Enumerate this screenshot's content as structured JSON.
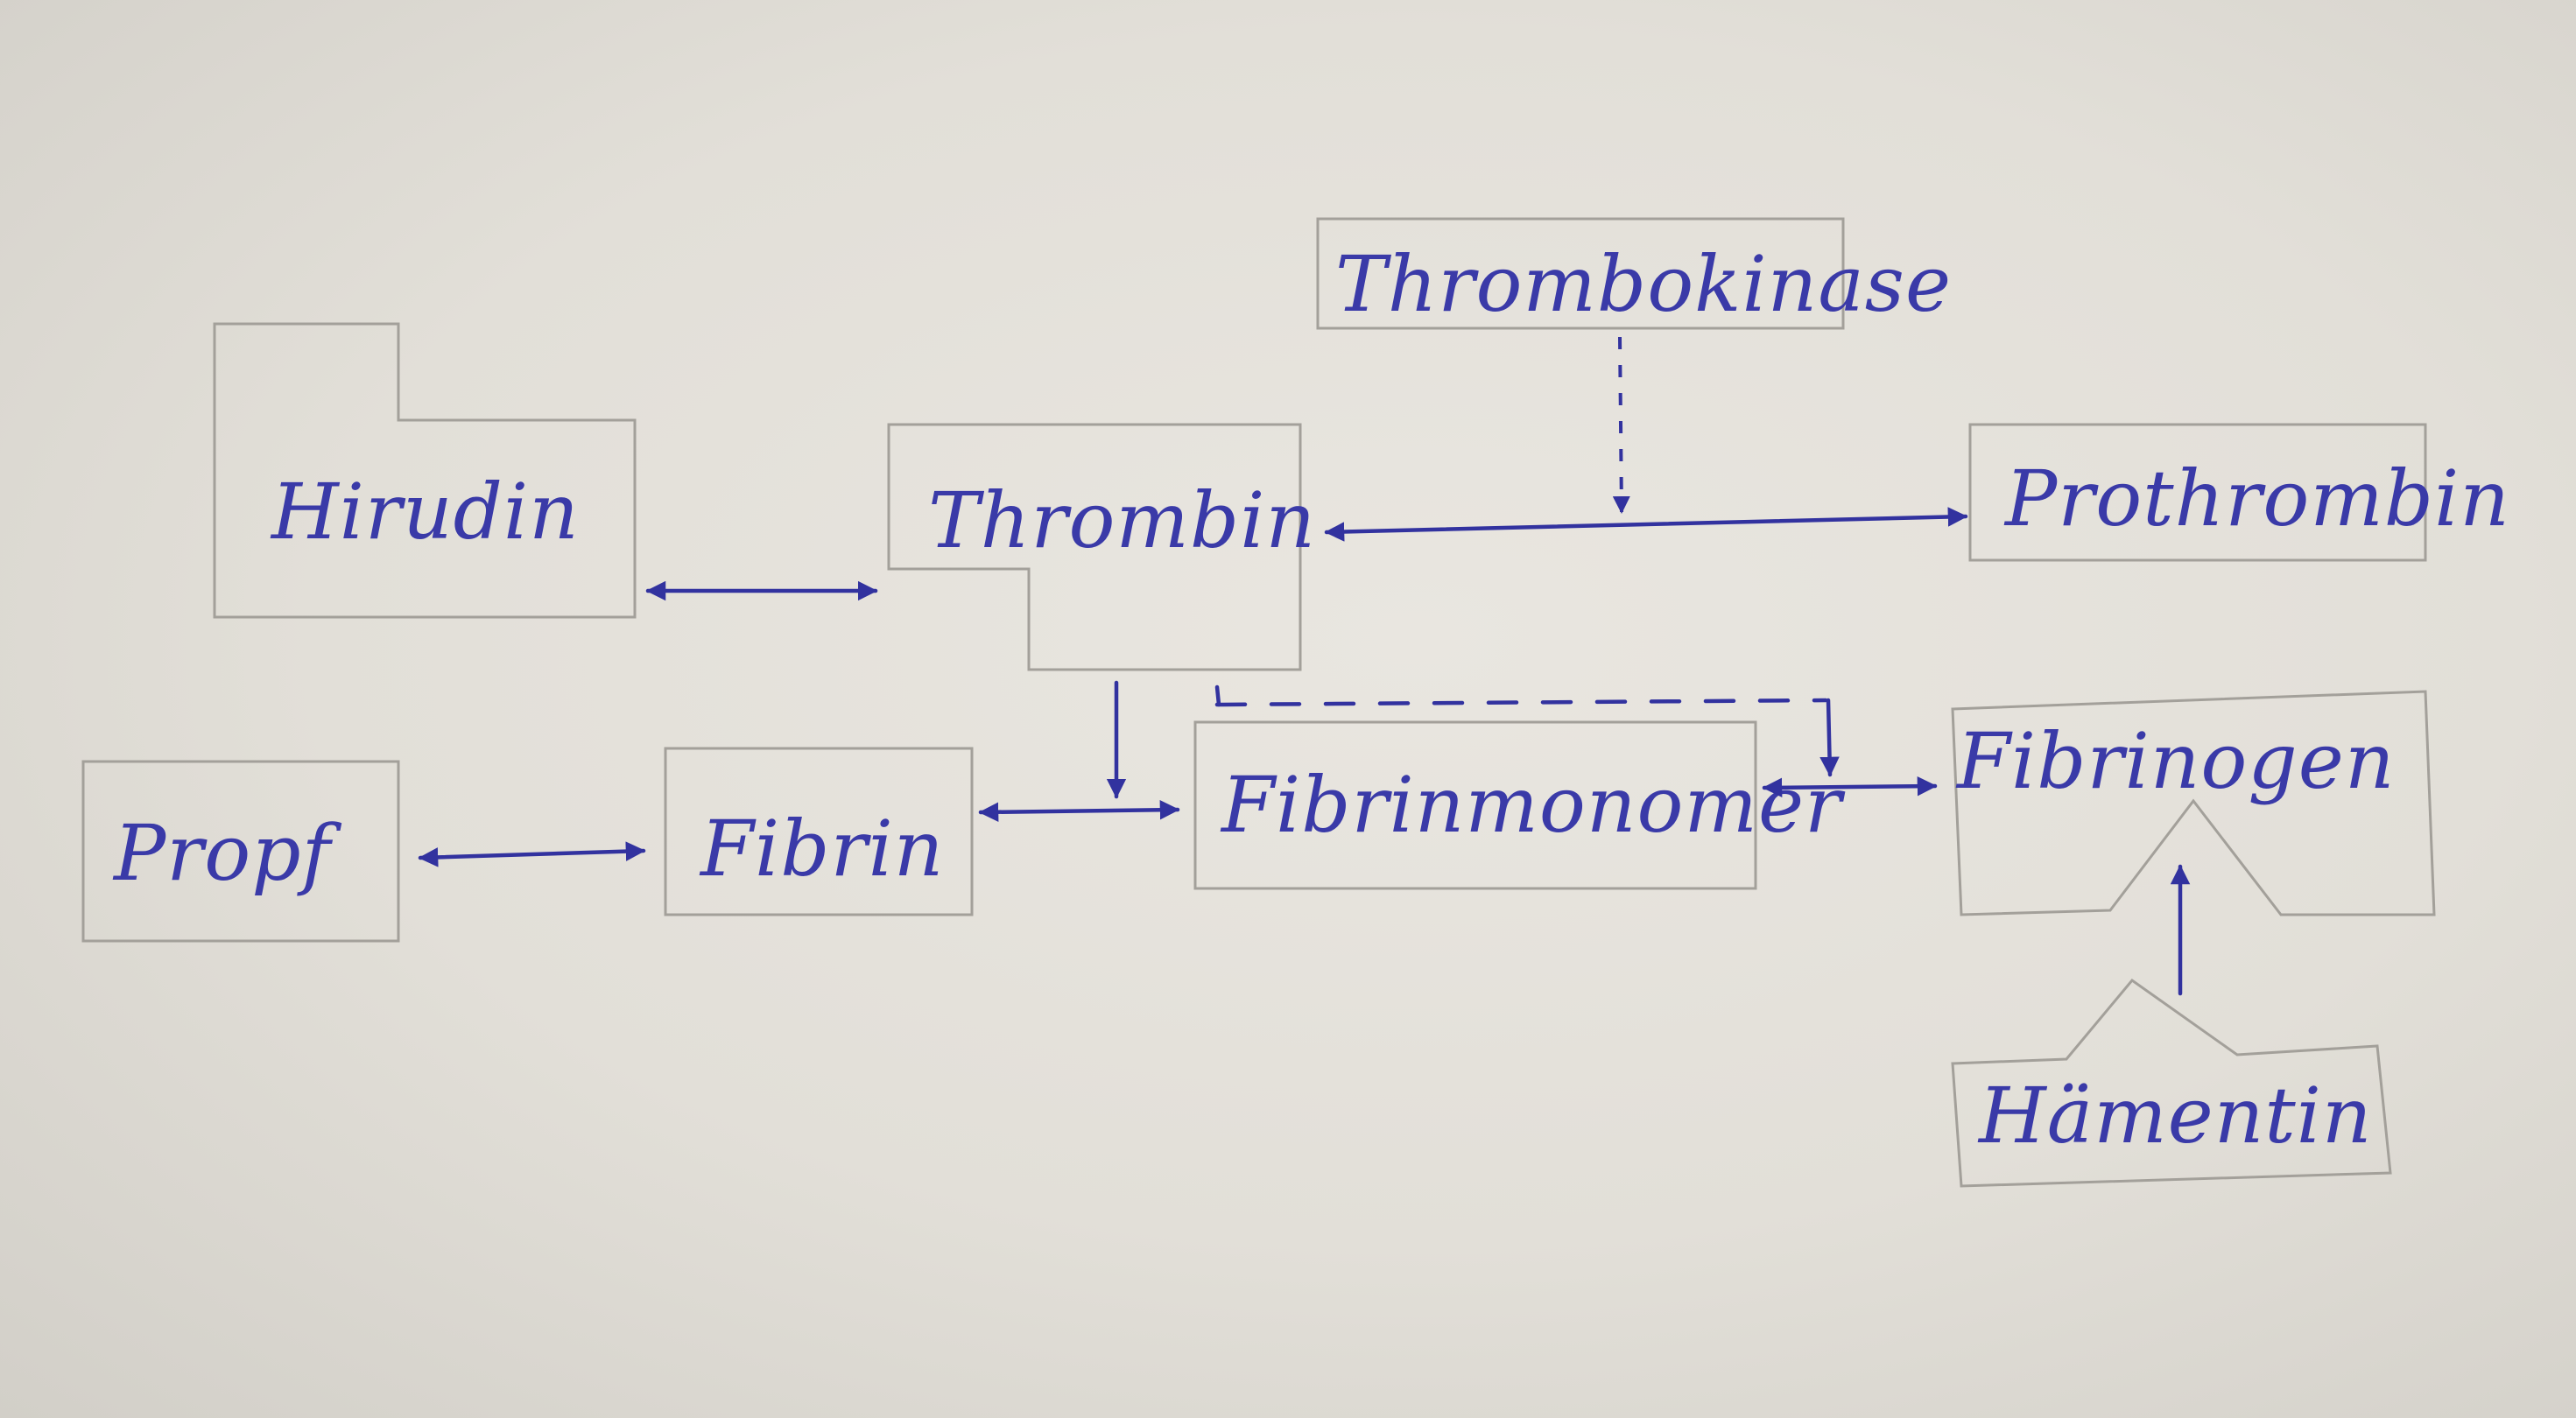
{
  "nodes": {
    "hirudin": "Hirudin",
    "thrombin": "Thrombin",
    "thrombokinase": "Thrombokinase",
    "prothrombin": "Prothrombin",
    "propf": "Propf",
    "fibrin": "Fibrin",
    "fibrinmonomer": "Fibrinmonomer",
    "fibrinogen": "Fibrinogen",
    "haementin": "Hämentin"
  },
  "colors": {
    "ink": "#32329f",
    "pencil": "#a3a09a",
    "paper": "#e5e2dc"
  }
}
